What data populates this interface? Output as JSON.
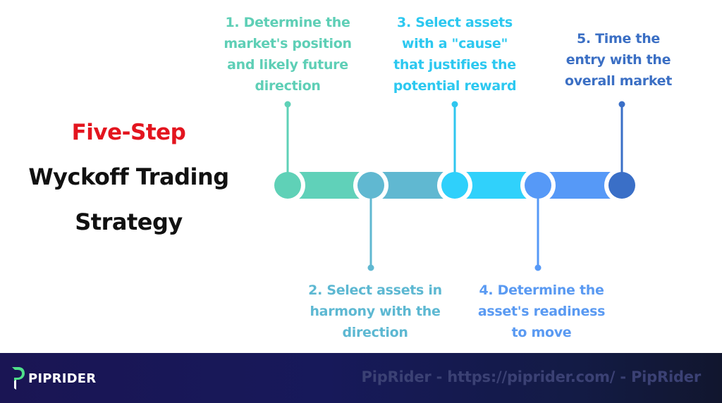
{
  "title": {
    "line1": "Five-Step",
    "line2": "Wyckoff Trading",
    "line3": "Strategy",
    "line1_color": "#e3151f",
    "line23_color": "#111111"
  },
  "steps": [
    {
      "number": 1,
      "lines": [
        "1. Determine the",
        "market's position",
        "and likely future",
        "direction"
      ],
      "color": "#5ecfb6",
      "position": "above"
    },
    {
      "number": 2,
      "lines": [
        "2. Select assets in",
        "harmony with the",
        "direction"
      ],
      "color": "#5db8d2",
      "position": "below"
    },
    {
      "number": 3,
      "lines": [
        "3. Select assets",
        "with a \"cause\"",
        "that justifies the",
        "potential reward"
      ],
      "color": "#2cc8f0",
      "position": "above"
    },
    {
      "number": 4,
      "lines": [
        "4. Determine the",
        "asset's readiness",
        "to move"
      ],
      "color": "#5a9af2",
      "position": "below"
    },
    {
      "number": 5,
      "lines": [
        "5. Time the",
        "entry with the",
        "overall market"
      ],
      "color": "#3b6fc4",
      "position": "above"
    }
  ],
  "timeline": {
    "node_colors": [
      "#5fd1b7",
      "#60b8d1",
      "#2fd0fb",
      "#5699f7",
      "#3a6fc7"
    ],
    "bar_colors": [
      "#60d1b9",
      "#60b8d1",
      "#30d1fb",
      "#5699f7"
    ]
  },
  "footer": {
    "logo_text": "PIPRIDER",
    "logo_icon": "piprider-p-logo-icon",
    "watermark": "PipRider - https://piprider.com/ - PipRider",
    "background": "#1a1554"
  }
}
